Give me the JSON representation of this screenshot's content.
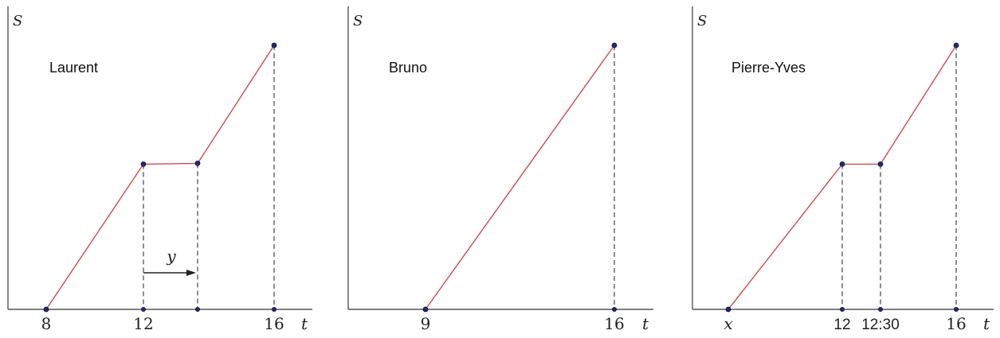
{
  "chart_data": [
    {
      "type": "line",
      "title": "Laurent",
      "ylabel": "S",
      "xlabel": "t",
      "tick_labels": [
        "8",
        "12",
        "",
        "16"
      ],
      "points": [
        {
          "t": 8,
          "S": 0
        },
        {
          "t": 12,
          "S": 0.55
        },
        {
          "t": 14,
          "S": 0.55
        },
        {
          "t": 16,
          "S": 1
        }
      ],
      "annotation": {
        "label": "y",
        "from_t": 12,
        "to_t": 14
      }
    },
    {
      "type": "line",
      "title": "Bruno",
      "ylabel": "S",
      "xlabel": "t",
      "tick_labels": [
        "9",
        "16"
      ],
      "points": [
        {
          "t": 9,
          "S": 0
        },
        {
          "t": 16,
          "S": 1
        }
      ]
    },
    {
      "type": "line",
      "title": "Pierre-Yves",
      "ylabel": "S",
      "xlabel": "t",
      "tick_labels": [
        "x",
        "12",
        "12:30",
        "16"
      ],
      "points": [
        {
          "t": 9.5,
          "S": 0
        },
        {
          "t": 12,
          "S": 0.55
        },
        {
          "t": 12.5,
          "S": 0.55
        },
        {
          "t": 16,
          "S": 1
        }
      ]
    }
  ],
  "colors": {
    "line": "#d24a4a",
    "point": "#1f2a78",
    "axis": "#555555"
  }
}
